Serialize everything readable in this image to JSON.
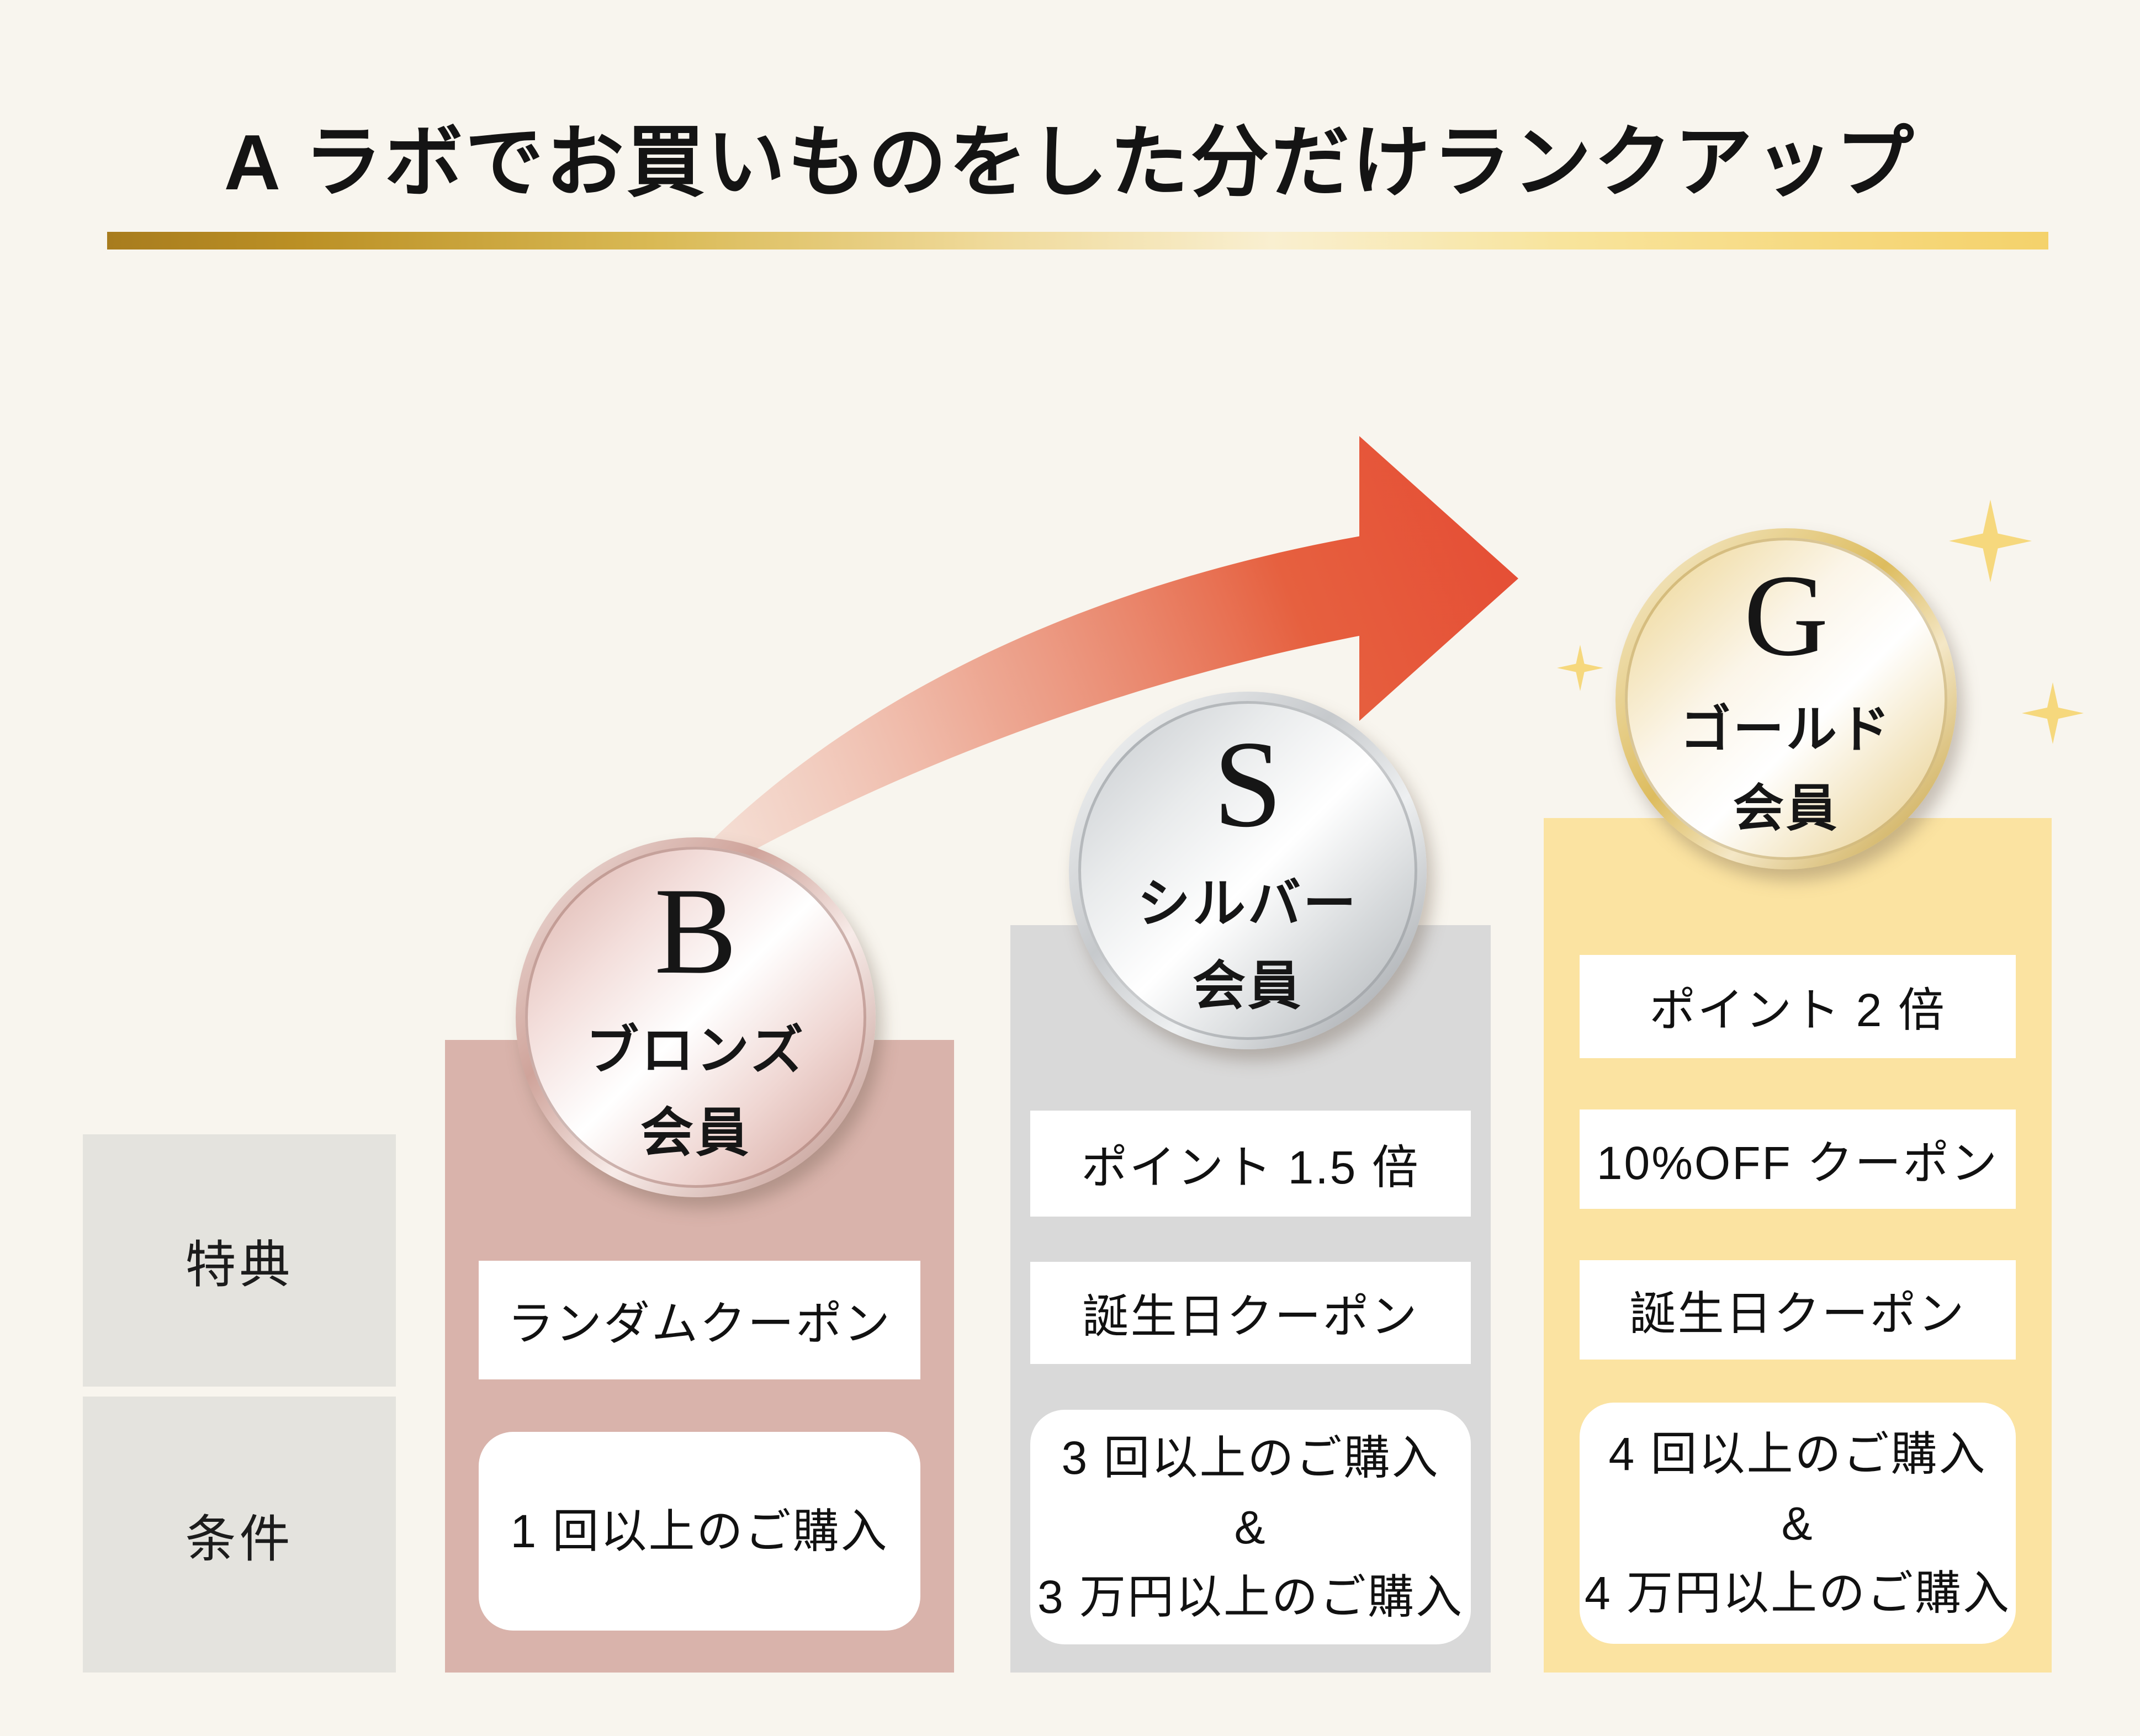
{
  "title": "A ラボでお買いものをした分だけランクアップ",
  "row_labels": {
    "benefits": "特典",
    "conditions": "条件"
  },
  "tiers": [
    {
      "id": "bronze",
      "initial": "B",
      "name": "ブロンズ",
      "member": "会員",
      "column_color": "#d9b3ab",
      "benefits": [
        "ランダムクーポン"
      ],
      "conditions": [
        "1 回以上のご購入"
      ]
    },
    {
      "id": "silver",
      "initial": "S",
      "name": "シルバー",
      "member": "会員",
      "column_color": "#d9d9d9",
      "benefits": [
        "ポイント 1.5 倍",
        "誕生日クーポン"
      ],
      "conditions": [
        "3 回以上のご購入",
        "&",
        "3 万円以上のご購入"
      ]
    },
    {
      "id": "gold",
      "initial": "G",
      "name": "ゴールド",
      "member": "会員",
      "column_color": "#fbe3a1",
      "benefits": [
        "ポイント 2 倍",
        "10%OFF クーポン",
        "誕生日クーポン"
      ],
      "conditions": [
        "4 回以上のご購入",
        "&",
        "4 万円以上のご購入"
      ]
    }
  ],
  "colors": {
    "background": "#f8f5ee",
    "divider_gold_dark": "#a87c1e",
    "divider_gold_light": "#f9efd0",
    "arrow_red": "#e54e35",
    "label_box": "#e4e3de",
    "sparkle_gold": "#f6d87d"
  }
}
